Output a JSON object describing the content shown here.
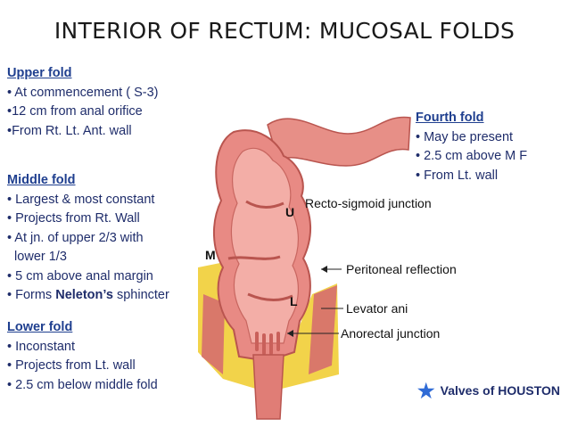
{
  "title": "INTERIOR OF RECTUM: MUCOSAL FOLDS",
  "upper_fold": {
    "heading": "Upper fold",
    "lines": [
      "• At commencement ( S-3)",
      "•12 cm from anal orifice",
      "•From Rt. Lt. Ant. wall"
    ]
  },
  "middle_fold": {
    "heading": "Middle fold",
    "lines": [
      "• Largest & most constant",
      "• Projects from Rt. Wall",
      "• At jn. of upper 2/3 with",
      "  lower 1/3",
      "• 5 cm above anal margin"
    ],
    "last_prefix": "• Forms ",
    "last_bold": "Neleton’s",
    "last_suffix": " sphincter"
  },
  "lower_fold": {
    "heading": "Lower fold",
    "lines": [
      "• Inconstant",
      "• Projects from Lt. wall",
      "• 2.5 cm below middle fold"
    ]
  },
  "fourth_fold": {
    "heading": "Fourth fold",
    "lines": [
      "• May be present",
      "• 2.5 cm above M F",
      "• From Lt. wall"
    ]
  },
  "diagram_labels": {
    "recto_sigmoid": "Recto-sigmoid junction",
    "peritoneal": "Peritoneal reflection",
    "levator": "Levator ani",
    "anorectal": "Anorectal junction",
    "marker_u": "U",
    "marker_m": "M",
    "marker_l": "L"
  },
  "legend": {
    "icon": "star-icon",
    "text": "Valves of HOUSTON"
  },
  "colors": {
    "heading": "#1f3f8f",
    "body_text": "#1f2d6b",
    "tissue": "#e88a84",
    "fat": "#f2d34a",
    "star": "#2f6bd6"
  }
}
